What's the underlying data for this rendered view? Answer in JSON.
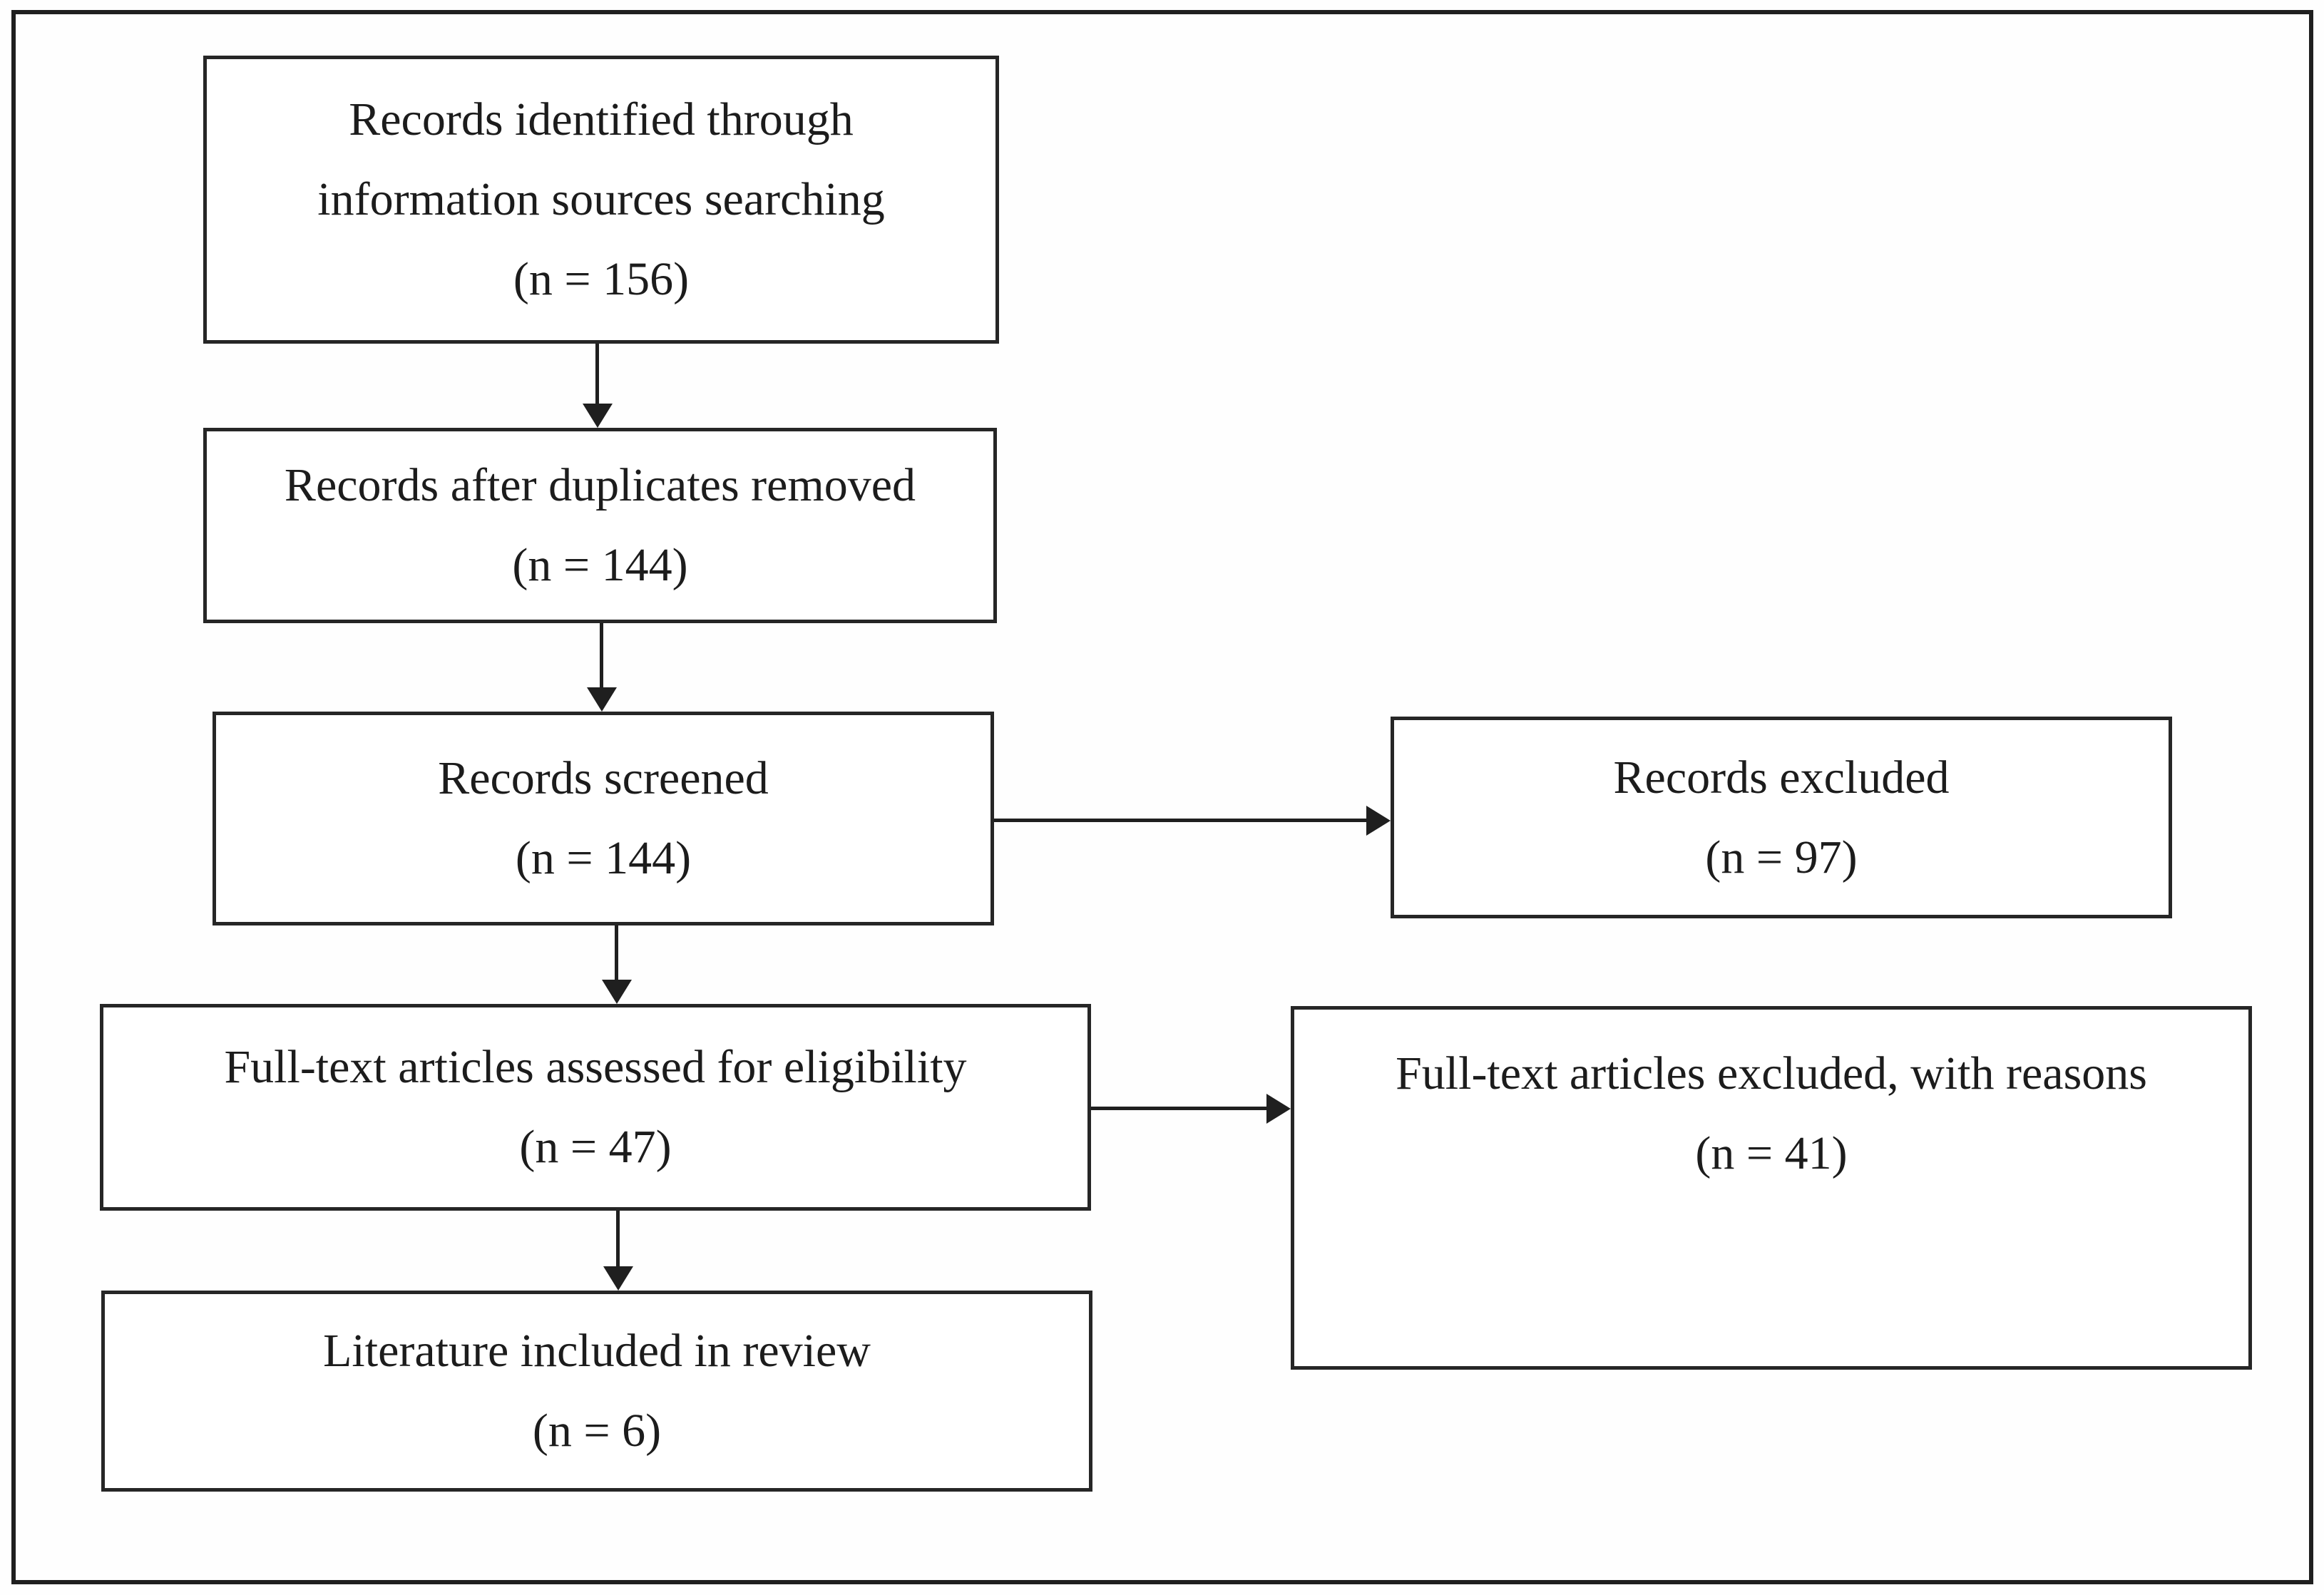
{
  "page": {
    "background_color": "#ffffff",
    "border_color": "#1f1f1f",
    "text_color": "#1c1c1c"
  },
  "flowchart": {
    "identified": {
      "line1": "Records identified through",
      "line2": "information sources searching",
      "count": "(n = 156)"
    },
    "deduplicated": {
      "label": "Records after duplicates removed",
      "count": "(n = 144)"
    },
    "screened": {
      "label": "Records screened",
      "count": "(n = 144)"
    },
    "records_excluded": {
      "label": "Records excluded",
      "count": "(n = 97)"
    },
    "fulltext_assessed": {
      "label": "Full-text articles assessed for eligibility",
      "count": "(n = 47)"
    },
    "fulltext_excluded": {
      "label": "Full-text articles excluded, with reasons",
      "count": "(n = 41)"
    },
    "included": {
      "label": "Literature included in review",
      "count": "(n = 6)"
    }
  }
}
